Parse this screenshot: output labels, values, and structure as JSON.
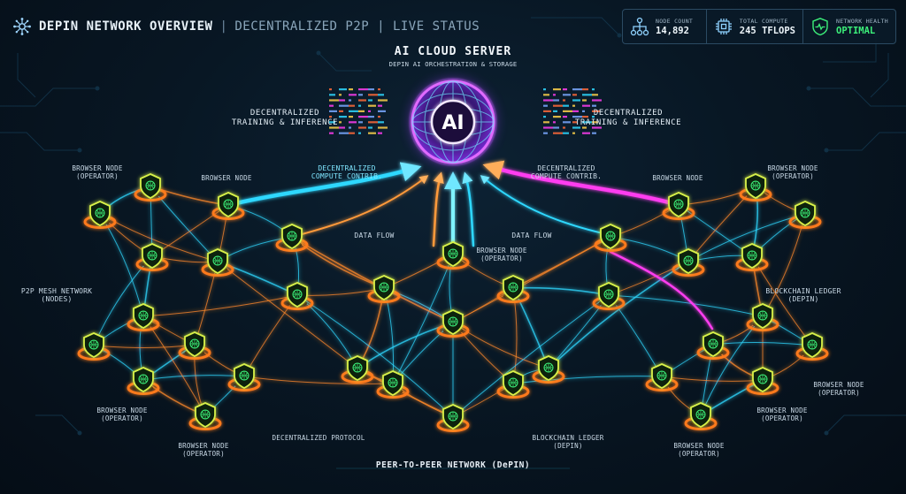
{
  "header": {
    "title": "DEPIN NETWORK OVERVIEW",
    "separator": "|",
    "subtitle": "DECENTRALIZED P2P | LIVE STATUS",
    "icon": "network-hub-icon"
  },
  "stats": [
    {
      "label": "NODE COUNT",
      "value": "14,892",
      "icon": "node-tree-icon"
    },
    {
      "label": "TOTAL COMPUTE",
      "value": "245 TFLOPS",
      "icon": "chip-icon"
    },
    {
      "label": "NETWORK HEALTH",
      "value": "OPTIMAL",
      "icon": "shield-heartbeat-icon"
    }
  ],
  "center": {
    "title": "AI CLOUD SERVER",
    "subtitle": "DEPIN AI ORCHESTRATION & STORAGE",
    "core_text": "AI"
  },
  "labels": {
    "training_left": "DECENTRALIZED\nTRAINING & INFERENCE",
    "training_right": "DECENTRALIZED\nTRAINING & INFERENCE",
    "compute_left": "DECENTRALIZED\nCOMPUTE CONTRIB.",
    "compute_right": "DECENTRALIZED\nCOMPUTE CONTRIB.",
    "data_flow_left": "DATA FLOW",
    "data_flow_right": "DATA FLOW",
    "browser_node": "BROWSER NODE",
    "browser_node_operator": "BROWSER NODE\n(OPERATOR)",
    "p2p_mesh": "P2P MESH NETWORK\n(NODES)",
    "blockchain_ledger_right": "BLOCKCHAIN LEDGER\n(DEPIN)",
    "blockchain_ledger_bottom": "BLOCKCHAIN LEDGER\n(DEPIN)",
    "protocol": "DECENTRALIZED PROTOCOL",
    "footer": "PEER-TO-PEER NETWORK (DePIN)"
  },
  "colors": {
    "background": "#07121d",
    "node_ring": "#ff7a1a",
    "node_shield": "#d9f24a",
    "link_cyan": "#2fd8ff",
    "link_orange": "#ff8a2a",
    "link_magenta": "#ff3cf0",
    "server_glow": "#c04cff",
    "health_ok": "#3cf07a"
  }
}
